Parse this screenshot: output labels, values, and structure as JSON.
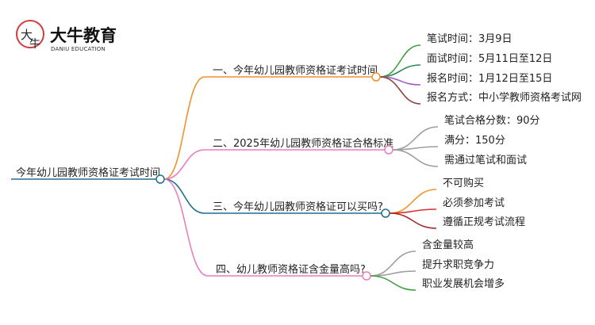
{
  "logo": {
    "name_cn": "大牛教育",
    "name_en": "DANIU EDUCATION",
    "mark_chars": [
      "大",
      "牛"
    ]
  },
  "root": {
    "label": "今年幼儿园教师资格证考试时间"
  },
  "branches": [
    {
      "label": "一、今年幼儿园教师资格证考试时间",
      "color": "#f0922b",
      "leaves": [
        {
          "label": "笔试时间：3月9日",
          "color": "#3f9e3f"
        },
        {
          "label": "面试时间：5月11日至12日",
          "color": "#2e8b57"
        },
        {
          "label": "报名时间：1月12日至15日",
          "color": "#a45fc8"
        },
        {
          "label": "报名方式：中小学教师资格考试网",
          "color": "#8b3f3f"
        }
      ]
    },
    {
      "label": "二、2025年幼儿园教师资格证合格标准",
      "color": "#e77fbf",
      "leaves": [
        {
          "label": "笔试合格分数：90分",
          "color": "#9e9e9e"
        },
        {
          "label": "满分：150分",
          "color": "#9e9e9e"
        },
        {
          "label": "需通过笔试和面试",
          "color": "#9e9e9e"
        }
      ]
    },
    {
      "label": "三、今年幼儿园教师资格证可以买吗?",
      "color": "#1e6f8e",
      "leaves": [
        {
          "label": "不可购买",
          "color": "#f0922b"
        },
        {
          "label": "必须参加考试",
          "color": "#d92f2f"
        },
        {
          "label": "遵循正规考试流程",
          "color": "#a52a2a"
        }
      ]
    },
    {
      "label": "四、幼儿教师资格证含金量高吗?",
      "color": "#e77fbf",
      "leaves": [
        {
          "label": "含金量较高",
          "color": "#9e9e9e"
        },
        {
          "label": "提升求职竞争力",
          "color": "#9e9e9e"
        },
        {
          "label": "职业发展机会增多",
          "color": "#3f9e3f"
        }
      ]
    }
  ],
  "colors": {
    "root_line": "#1e6f8e",
    "node_ring": "#1e6f8e"
  }
}
